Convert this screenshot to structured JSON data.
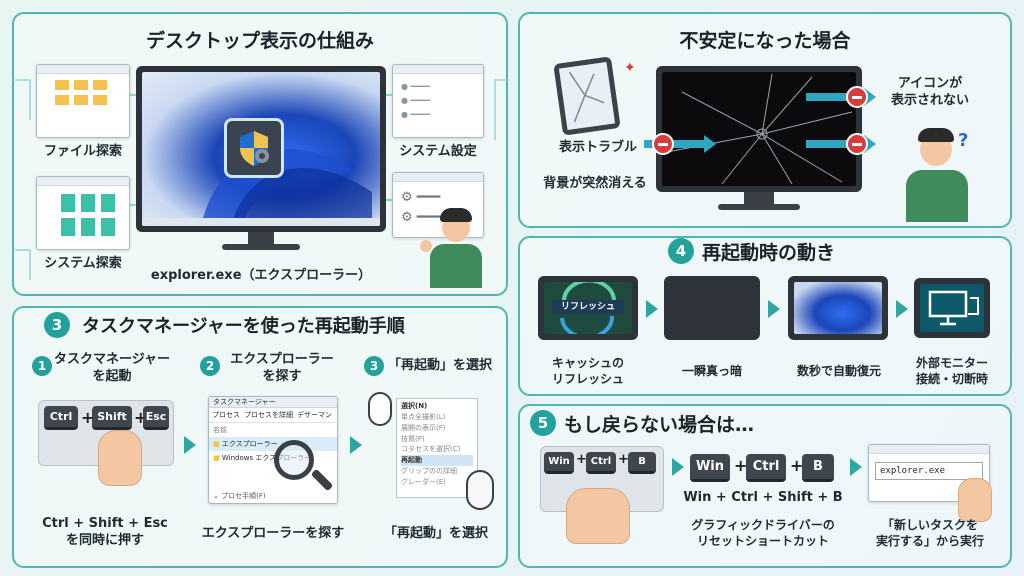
{
  "top_left": {
    "title": "デスクトップ表示の仕組み",
    "file_search": "ファイル探索",
    "system_search": "システム探索",
    "system_settings": "システム設定",
    "explorer": "explorer.exe（エクスプローラー）"
  },
  "top_right": {
    "title": "不安定になった場合",
    "display_trouble": "表示トラブル",
    "bg_vanish": "背景が突然消える",
    "icons_missing": "アイコンが\n表示されない"
  },
  "restart": {
    "num": "4",
    "title": "再起動時の動き",
    "refresh_label": "リフレッシュ",
    "steps": [
      "キャッシュの\nリフレッシュ",
      "一瞬真っ暗",
      "数秒で自動復元",
      "外部モニター\n接続・切断時"
    ]
  },
  "taskmgr": {
    "num": "3",
    "title": "タスクマネージャーを使った再起動手順",
    "step1_num": "1",
    "step1": "タスクマネージャー\nを起動",
    "step2_num": "2",
    "step2": "エクスプローラー\nを探す",
    "step3_num": "3",
    "step3": "「再起動」を選択",
    "keys": [
      "Ctrl",
      "Shift",
      "Esc"
    ],
    "caption1": "Ctrl + Shift + Esc\nを同時に押す",
    "caption2": "エクスプローラーを探す",
    "caption3": "「再起動」を選択",
    "tm_title": "タスクマネージャー",
    "tm_tabs": [
      "プロセス",
      "プロセスを詳細",
      "デザーマン"
    ],
    "tm_col": "名前",
    "tm_rows": [
      "エクスプローラー",
      "Windows エクスプローラー"
    ],
    "tm_footer": "プロセ手順(F)",
    "ctx_menu": [
      "選択(N)",
      "単点全撮影(L)",
      "展開の表示(F)",
      "技質(P)",
      "コタセスを選択(C)",
      "再起動",
      "グリップのの詳細",
      "グレーダー(E)"
    ]
  },
  "fallback": {
    "num": "5",
    "title": "もし戻らない場合は…",
    "kb_keys": [
      "Win",
      "Ctrl",
      "B"
    ],
    "big_keys": [
      "Win",
      "Ctrl",
      "B"
    ],
    "combo": "Win + Ctrl + Shift + B",
    "combo_desc": "グラフィックドライバーの\nリセットショートカット",
    "run_value": "explorer.exe",
    "run_caption": "「新しいタスクを\n実行する」から実行"
  },
  "colors": {
    "accent": "#22a29b",
    "line": "#4fb7b0",
    "red": "#d93b3b"
  }
}
